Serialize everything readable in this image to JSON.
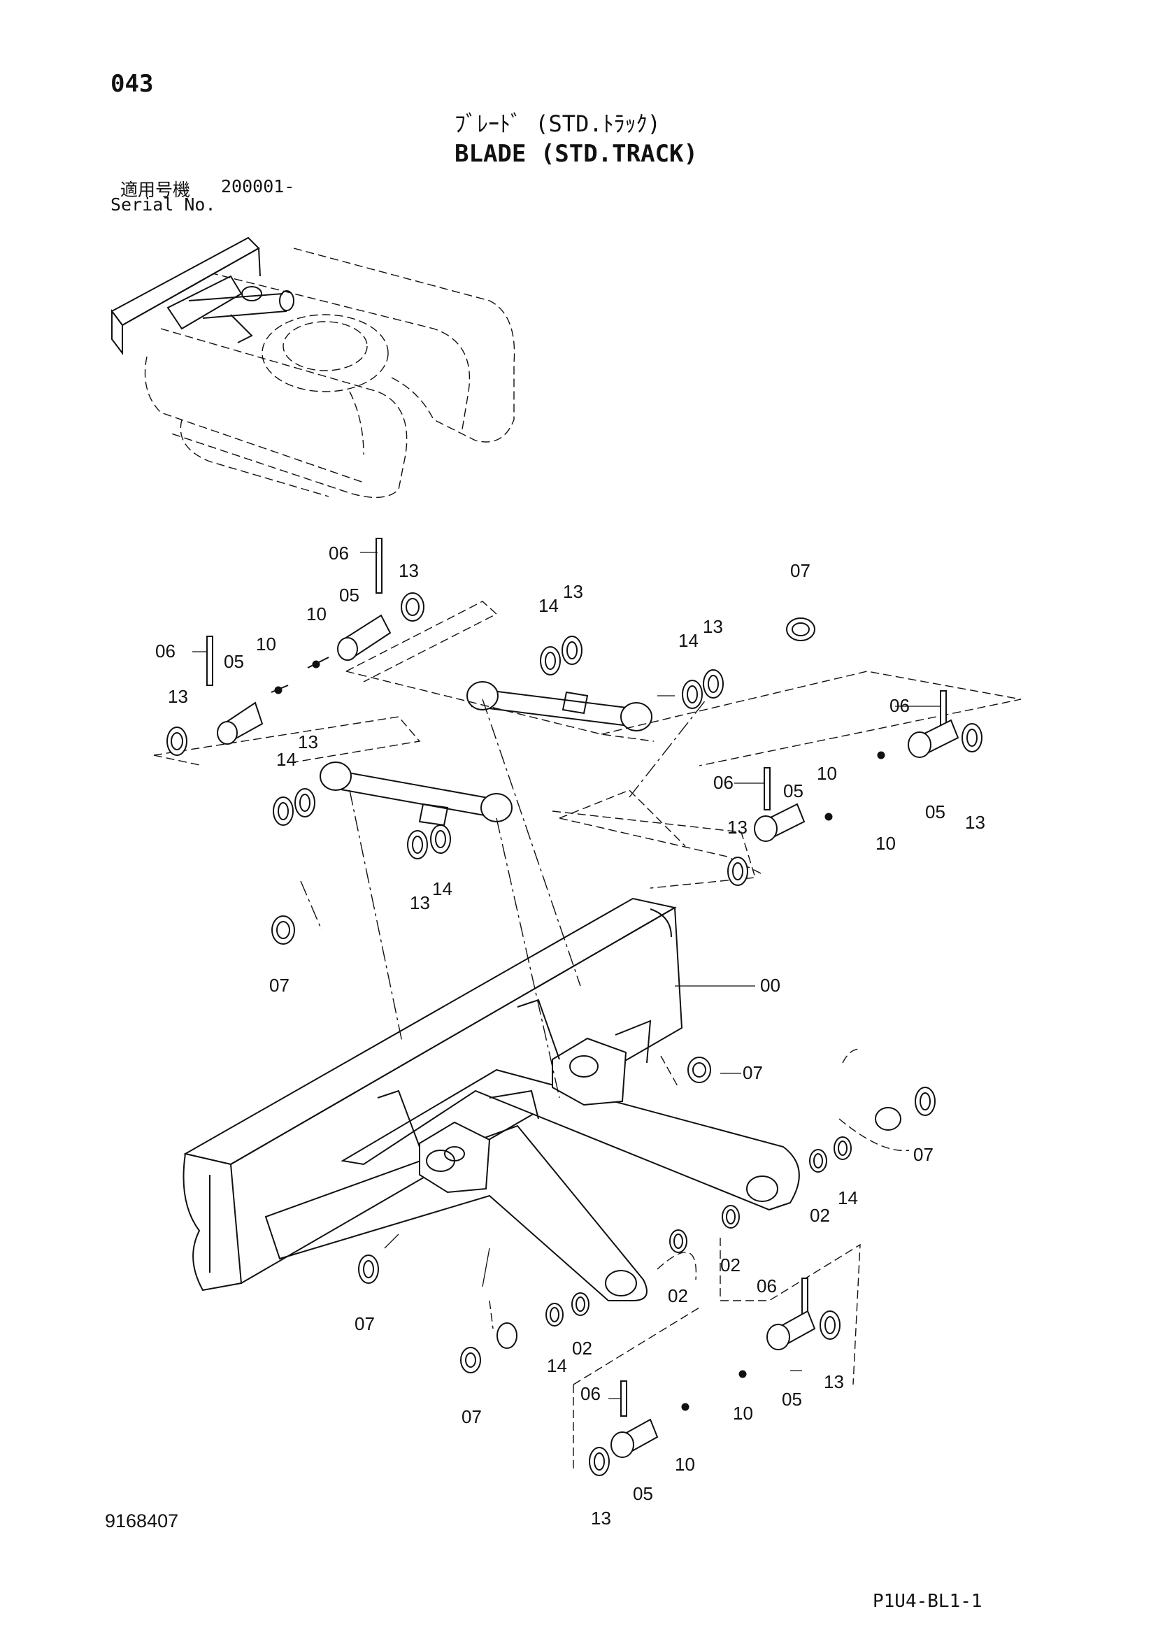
{
  "page_number": "043",
  "title_jp": "ﾌﾞﾚｰﾄﾞ (STD.ﾄﾗｯｸ)",
  "title_en": "BLADE (STD.TRACK)",
  "serial": {
    "label_jp": "適用号機",
    "value": "200001-",
    "label_en": "Serial No."
  },
  "drawing_number": "9168407",
  "page_code": "P1U4-BL1-1",
  "callouts": [
    {
      "id": "06"
    },
    {
      "id": "13"
    },
    {
      "id": "05"
    },
    {
      "id": "10"
    },
    {
      "id": "06"
    },
    {
      "id": "05"
    },
    {
      "id": "10"
    },
    {
      "id": "13"
    },
    {
      "id": "14"
    },
    {
      "id": "13"
    },
    {
      "id": "14"
    },
    {
      "id": "13"
    },
    {
      "id": "14"
    },
    {
      "id": "13"
    },
    {
      "id": "07"
    },
    {
      "id": "14"
    },
    {
      "id": "13"
    },
    {
      "id": "13"
    },
    {
      "id": "14"
    },
    {
      "id": "07"
    },
    {
      "id": "06"
    },
    {
      "id": "05"
    },
    {
      "id": "13"
    },
    {
      "id": "06"
    },
    {
      "id": "05"
    },
    {
      "id": "10"
    },
    {
      "id": "10"
    },
    {
      "id": "13"
    },
    {
      "id": "00"
    },
    {
      "id": "07"
    },
    {
      "id": "07"
    },
    {
      "id": "02"
    },
    {
      "id": "14"
    },
    {
      "id": "02"
    },
    {
      "id": "02"
    },
    {
      "id": "07"
    },
    {
      "id": "02"
    },
    {
      "id": "14"
    },
    {
      "id": "07"
    },
    {
      "id": "06"
    },
    {
      "id": "05"
    },
    {
      "id": "10"
    },
    {
      "id": "13"
    },
    {
      "id": "06"
    },
    {
      "id": "10"
    },
    {
      "id": "05"
    },
    {
      "id": "13"
    }
  ]
}
